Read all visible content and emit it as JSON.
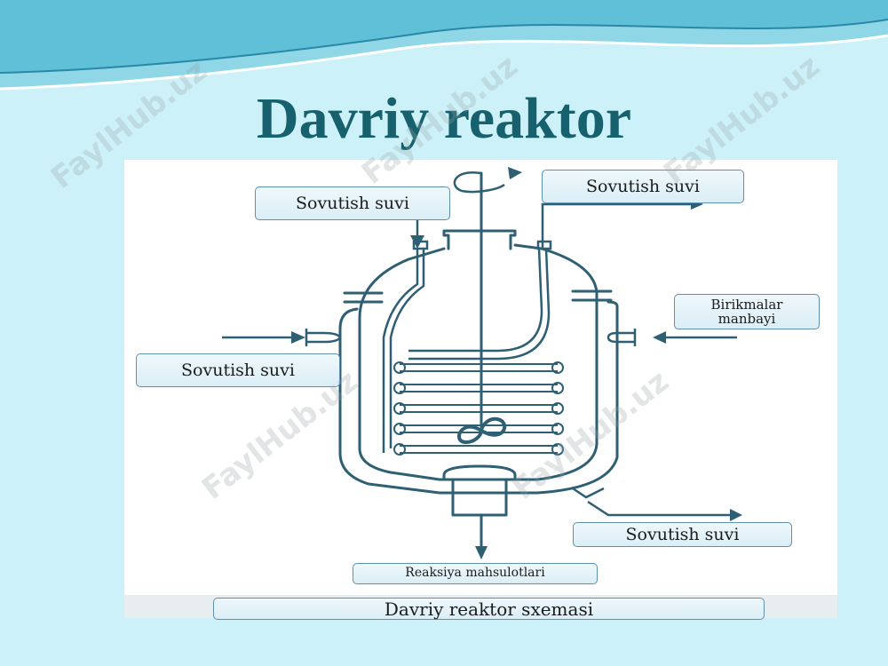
{
  "slide": {
    "title": "Davriy reaktor",
    "caption": "Davriy reaktor sxemasi"
  },
  "labels": {
    "coolant_in_top": "Sovutish suvi",
    "coolant_out_top": "Sovutish suvi",
    "coolant_in_left": "Sovutish suvi",
    "feed_source": "Birikmalar manbayi",
    "coolant_out_bottom": "Sovutish suvi",
    "products": "Reaksiya mahsulotlari"
  },
  "watermark": "FaylHub.uz",
  "colors": {
    "background": "#cdf1f8",
    "title": "#17606e",
    "diagram_line": "#2e5f73",
    "label_border": "#5f8fb3"
  }
}
